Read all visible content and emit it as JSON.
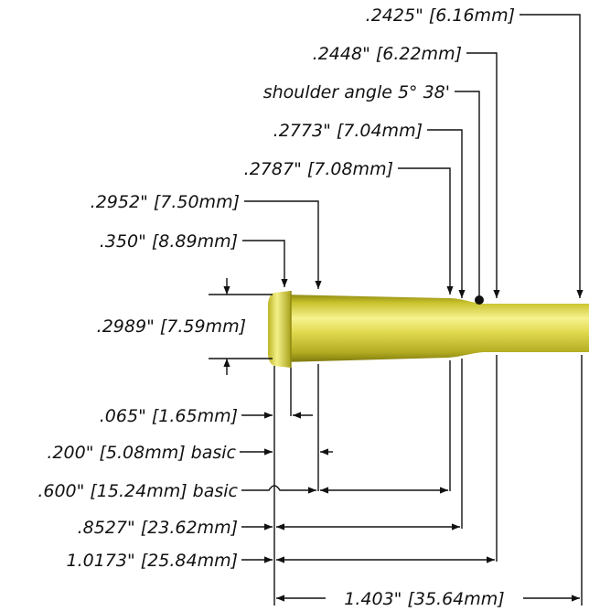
{
  "diagram": {
    "right_labels": [
      {
        "id": "neck-dia",
        "text": ".2425\" [6.16mm]"
      },
      {
        "id": "shoulder-neck-dia",
        "text": ".2448\" [6.22mm]"
      },
      {
        "id": "shoulder-angle",
        "text": "shoulder angle 5° 38'"
      },
      {
        "id": "shoulder-start-dia",
        "text": ".2773\" [7.04mm]"
      },
      {
        "id": "body-end-dia",
        "text": ".2787\" [7.08mm]"
      },
      {
        "id": "body-start-dia",
        "text": ".2952\" [7.50mm]"
      },
      {
        "id": "rim-dia",
        "text": ".350\" [8.89mm]"
      }
    ],
    "vertical_label": {
      "id": "groove-dia",
      "text": ".2989\" [7.59mm]"
    },
    "bottom_labels": [
      {
        "id": "rim-thickness",
        "text": ".065\" [1.65mm]"
      },
      {
        "id": "body-basic",
        "text": ".200\" [5.08mm] basic"
      },
      {
        "id": "shoulder-basic",
        "text": ".600\" [15.24mm] basic"
      },
      {
        "id": "shoulder-length",
        "text": ".8527\" [23.62mm]"
      },
      {
        "id": "neck-length",
        "text": "1.0173\" [25.84mm]"
      }
    ],
    "overall_length": {
      "id": "overall-length",
      "text": "1.403\" [35.64mm]"
    },
    "colors": {
      "brass_light": "#f4f088",
      "brass_mid": "#d6cf3a",
      "brass_dark": "#8f8a12",
      "line": "#111111"
    }
  }
}
